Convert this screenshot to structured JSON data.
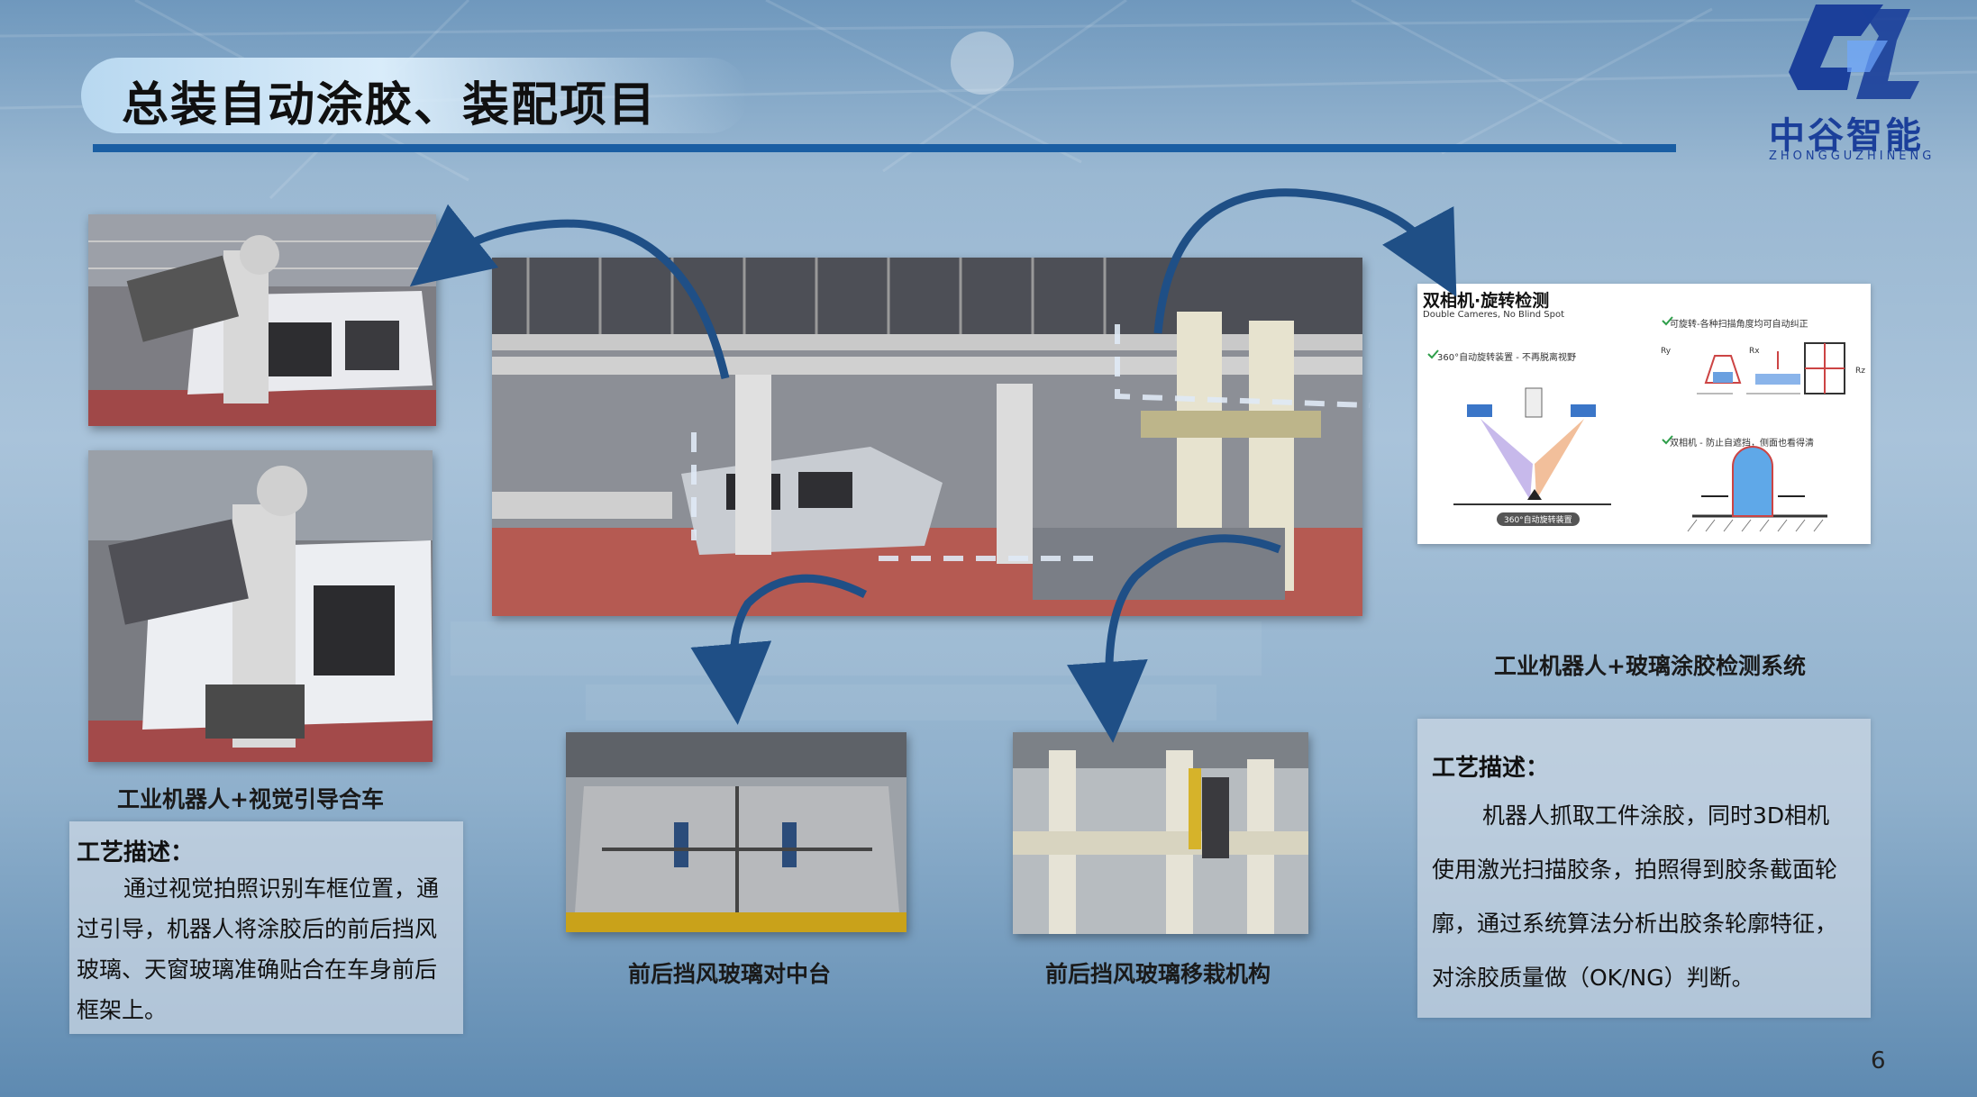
{
  "title": "总装自动涂胶、装配项目",
  "logo": {
    "name": "中谷智能",
    "pinyin": "ZHONGGUZHINENG"
  },
  "captions": {
    "left": "工业机器人+视觉引导合车",
    "center_left": "前后挡风玻璃对中台",
    "center_right": "前后挡风玻璃移栽机构",
    "right": "工业机器人+玻璃涂胶检测系统"
  },
  "left_panel": {
    "heading": "工艺描述：",
    "text": "通过视觉拍照识别车框位置，通过引导，机器人将涂胶后的前后挡风玻璃、天窗玻璃准确贴合在车身前后框架上。"
  },
  "right_panel": {
    "heading": "工艺描述：",
    "lines": [
      "机器人抓取工件涂胶，同时3D相机",
      "使用激光扫描胶条，拍照得到胶条截面轮",
      "廓，通过系统算法分析出胶条轮廓特征，",
      "对涂胶质量做（OK/NG）判断。"
    ]
  },
  "diagram": {
    "title": "双相机·旋转检测",
    "subtitle": "Double Cameres, No Blind Spot",
    "note1": "360°自动旋转装置 - 不再脱离视野",
    "note2": "可旋转-各种扫描角度均可自动纠正",
    "note3": "双相机 - 防止自遮挡，侧面也看得清",
    "badge": "360°自动旋转装置",
    "labels": [
      "Ry",
      "Rx",
      "Rz"
    ]
  },
  "page_number": "6",
  "colors": {
    "accent": "#1a5ea3",
    "arrow": "#1f4f86",
    "logo": "#1b3f9a"
  }
}
